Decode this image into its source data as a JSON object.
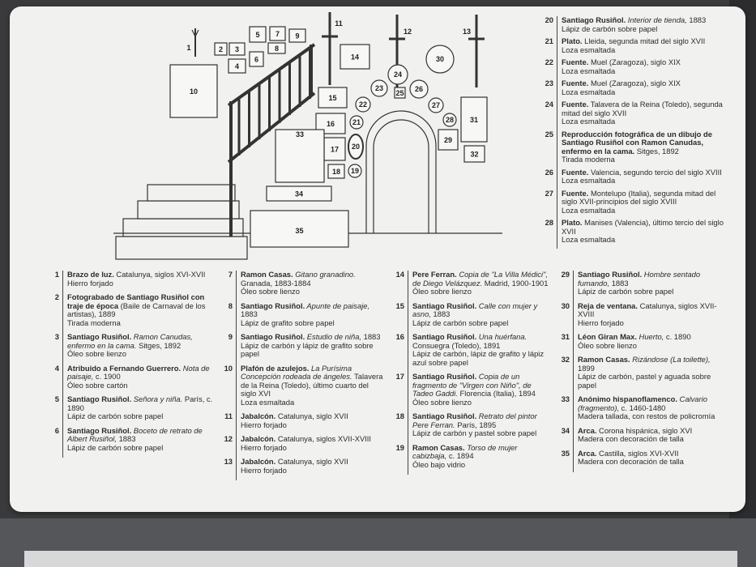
{
  "entries": [
    {
      "num": "1",
      "parts": [
        {
          "t": "Brazo de luz.",
          "s": "b"
        },
        {
          "t": " Catalunya, siglos XVI-XVII",
          "s": "n"
        }
      ],
      "material": "Hierro forjado"
    },
    {
      "num": "2",
      "parts": [
        {
          "t": "Fotograbado de Santiago Rusiñol con traje de época",
          "s": "b"
        },
        {
          "t": " (Baile de Carnaval de los artistas), 1889",
          "s": "n"
        }
      ],
      "material": "Tirada moderna"
    },
    {
      "num": "3",
      "parts": [
        {
          "t": "Santiago Rusiñol.",
          "s": "b"
        },
        {
          "t": " Ramon Canudas, enfermo en la cama.",
          "s": "i"
        },
        {
          "t": " Sitges, 1892",
          "s": "n"
        }
      ],
      "material": "Óleo sobre lienzo"
    },
    {
      "num": "4",
      "parts": [
        {
          "t": "Atribuido a Fernando Guerrero.",
          "s": "b"
        },
        {
          "t": " Nota de paisaje,",
          "s": "i"
        },
        {
          "t": " c. 1900",
          "s": "n"
        }
      ],
      "material": "Óleo sobre cartón"
    },
    {
      "num": "5",
      "parts": [
        {
          "t": "Santiago Rusiñol.",
          "s": "b"
        },
        {
          "t": " Señora y niña.",
          "s": "i"
        },
        {
          "t": " París, c. 1890",
          "s": "n"
        }
      ],
      "material": "Lápiz de carbón sobre papel"
    },
    {
      "num": "6",
      "parts": [
        {
          "t": "Santiago Rusiñol.",
          "s": "b"
        },
        {
          "t": " Boceto de retrato de Albert Rusiñol,",
          "s": "i"
        },
        {
          "t": " 1883",
          "s": "n"
        }
      ],
      "material": "Lápiz de carbón sobre papel"
    },
    {
      "num": "7",
      "parts": [
        {
          "t": "Ramon Casas.",
          "s": "b"
        },
        {
          "t": " Gitano granadino.",
          "s": "i"
        },
        {
          "t": " Granada, 1883-1884",
          "s": "n"
        }
      ],
      "material": "Óleo sobre lienzo"
    },
    {
      "num": "8",
      "parts": [
        {
          "t": "Santiago Rusiñol.",
          "s": "b"
        },
        {
          "t": " Apunte de paisaje,",
          "s": "i"
        },
        {
          "t": " 1883",
          "s": "n"
        }
      ],
      "material": "Lápiz de grafito sobre papel"
    },
    {
      "num": "9",
      "parts": [
        {
          "t": "Santiago Rusiñol.",
          "s": "b"
        },
        {
          "t": " Estudio de niña,",
          "s": "i"
        },
        {
          "t": " 1883",
          "s": "n"
        }
      ],
      "material": "Lápiz de carbón y lápiz de grafito sobre papel"
    },
    {
      "num": "10",
      "parts": [
        {
          "t": "Plafón de azulejos.",
          "s": "b"
        },
        {
          "t": " La Purísima Concepción rodeada de ángeles.",
          "s": "i"
        },
        {
          "t": " Talavera de la Reina (Toledo), último cuarto del siglo XVI",
          "s": "n"
        }
      ],
      "material": "Loza esmaltada"
    },
    {
      "num": "11",
      "parts": [
        {
          "t": "Jabalcón.",
          "s": "b"
        },
        {
          "t": " Catalunya, siglo XVII",
          "s": "n"
        }
      ],
      "material": "Hierro forjado"
    },
    {
      "num": "12",
      "parts": [
        {
          "t": "Jabalcón.",
          "s": "b"
        },
        {
          "t": " Catalunya, siglos XVII-XVIII",
          "s": "n"
        }
      ],
      "material": "Hierro forjado"
    },
    {
      "num": "13",
      "parts": [
        {
          "t": "Jabalcón.",
          "s": "b"
        },
        {
          "t": " Catalunya, siglo XVII",
          "s": "n"
        }
      ],
      "material": "Hierro forjado"
    },
    {
      "num": "14",
      "parts": [
        {
          "t": "Pere Ferran.",
          "s": "b"
        },
        {
          "t": " Copia de \"La Villa Médici\", de Diego Velázquez.",
          "s": "i"
        },
        {
          "t": " Madrid, 1900-1901",
          "s": "n"
        }
      ],
      "material": "Óleo sobre lienzo"
    },
    {
      "num": "15",
      "parts": [
        {
          "t": "Santiago Rusiñol.",
          "s": "b"
        },
        {
          "t": " Calle con mujer y asno,",
          "s": "i"
        },
        {
          "t": " 1883",
          "s": "n"
        }
      ],
      "material": "Lápiz de carbón sobre papel"
    },
    {
      "num": "16",
      "parts": [
        {
          "t": "Santiago Rusiñol.",
          "s": "b"
        },
        {
          "t": " Una huérfana.",
          "s": "i"
        },
        {
          "t": " Consuegra (Toledo), 1891",
          "s": "n"
        }
      ],
      "material": "Lápiz de carbón, lápiz de grafito y lápiz azul sobre papel"
    },
    {
      "num": "17",
      "parts": [
        {
          "t": "Santiago Rusiñol.",
          "s": "b"
        },
        {
          "t": " Copia de un fragmento de \"Virgen con Niño\", de Tadeo Gaddi.",
          "s": "i"
        },
        {
          "t": " Florencia (Italia), 1894",
          "s": "n"
        }
      ],
      "material": "Óleo sobre lienzo"
    },
    {
      "num": "18",
      "parts": [
        {
          "t": "Santiago Rusiñol.",
          "s": "b"
        },
        {
          "t": " Retrato del pintor Pere Ferran.",
          "s": "i"
        },
        {
          "t": " París, 1895",
          "s": "n"
        }
      ],
      "material": "Lápiz de carbón y pastel sobre papel"
    },
    {
      "num": "19",
      "parts": [
        {
          "t": "Ramon Casas.",
          "s": "b"
        },
        {
          "t": " Torso de mujer cabizbaja,",
          "s": "i"
        },
        {
          "t": " c. 1894",
          "s": "n"
        }
      ],
      "material": "Óleo bajo vidrio"
    },
    {
      "num": "20",
      "parts": [
        {
          "t": "Santiago Rusiñol.",
          "s": "b"
        },
        {
          "t": " Interior de tienda,",
          "s": "i"
        },
        {
          "t": " 1883",
          "s": "n"
        }
      ],
      "material": "Lápiz de carbón sobre papel"
    },
    {
      "num": "21",
      "parts": [
        {
          "t": "Plato.",
          "s": "b"
        },
        {
          "t": " Lleida, segunda mitad del siglo XVII",
          "s": "n"
        }
      ],
      "material": "Loza esmaltada"
    },
    {
      "num": "22",
      "parts": [
        {
          "t": "Fuente.",
          "s": "b"
        },
        {
          "t": " Muel (Zaragoza), siglo XIX",
          "s": "n"
        }
      ],
      "material": "Loza esmaltada"
    },
    {
      "num": "23",
      "parts": [
        {
          "t": "Fuente.",
          "s": "b"
        },
        {
          "t": " Muel (Zaragoza), siglo XIX",
          "s": "n"
        }
      ],
      "material": "Loza esmaltada"
    },
    {
      "num": "24",
      "parts": [
        {
          "t": "Fuente.",
          "s": "b"
        },
        {
          "t": " Talavera de la Reina (Toledo), segunda mitad del siglo XVII",
          "s": "n"
        }
      ],
      "material": "Loza esmaltada"
    },
    {
      "num": "25",
      "parts": [
        {
          "t": "Reproducción fotográfica de un dibujo de Santiago Rusiñol con Ramon Canudas, enfermo en la cama.",
          "s": "b"
        },
        {
          "t": " Sitges, 1892",
          "s": "n"
        }
      ],
      "material": "Tirada moderna"
    },
    {
      "num": "26",
      "parts": [
        {
          "t": "Fuente.",
          "s": "b"
        },
        {
          "t": " Valencia, segundo tercio del siglo XVIII",
          "s": "n"
        }
      ],
      "material": "Loza esmaltada"
    },
    {
      "num": "27",
      "parts": [
        {
          "t": "Fuente.",
          "s": "b"
        },
        {
          "t": " Montelupo (Italia), segunda mitad del siglo XVII-principios del siglo XVIII",
          "s": "n"
        }
      ],
      "material": "Loza esmaltada"
    },
    {
      "num": "28",
      "parts": [
        {
          "t": "Plato.",
          "s": "b"
        },
        {
          "t": " Manises (Valencia), último tercio del siglo XVII",
          "s": "n"
        }
      ],
      "material": "Loza esmaltada"
    },
    {
      "num": "29",
      "parts": [
        {
          "t": "Santiago Rusiñol.",
          "s": "b"
        },
        {
          "t": " Hombre sentado fumando,",
          "s": "i"
        },
        {
          "t": " 1883",
          "s": "n"
        }
      ],
      "material": "Lápiz de carbón sobre papel"
    },
    {
      "num": "30",
      "parts": [
        {
          "t": "Reja de ventana.",
          "s": "b"
        },
        {
          "t": " Catalunya, siglos XVII-XVIII",
          "s": "n"
        }
      ],
      "material": "Hierro forjado"
    },
    {
      "num": "31",
      "parts": [
        {
          "t": "Léon Giran Max.",
          "s": "b"
        },
        {
          "t": " Huerto,",
          "s": "i"
        },
        {
          "t": " c. 1890",
          "s": "n"
        }
      ],
      "material": "Óleo sobre lienzo"
    },
    {
      "num": "32",
      "parts": [
        {
          "t": "Ramon Casas.",
          "s": "b"
        },
        {
          "t": " Rizándose (La toilette),",
          "s": "i"
        },
        {
          "t": " 1899",
          "s": "n"
        }
      ],
      "material": "Lápiz de carbón, pastel y aguada sobre papel"
    },
    {
      "num": "33",
      "parts": [
        {
          "t": "Anónimo hispanoflamenco.",
          "s": "b"
        },
        {
          "t": " Calvario (fragmento),",
          "s": "i"
        },
        {
          "t": " c. 1460-1480",
          "s": "n"
        }
      ],
      "material": "Madera tallada, con restos de policromía"
    },
    {
      "num": "34",
      "parts": [
        {
          "t": "Arca.",
          "s": "b"
        },
        {
          "t": " Corona hispánica, siglo XVI",
          "s": "n"
        }
      ],
      "material": "Madera con decoración de talla"
    },
    {
      "num": "35",
      "parts": [
        {
          "t": "Arca.",
          "s": "b"
        },
        {
          "t": " Castilla, siglos XVI-XVII",
          "s": "n"
        }
      ],
      "material": "Madera con decoración de talla"
    }
  ]
}
